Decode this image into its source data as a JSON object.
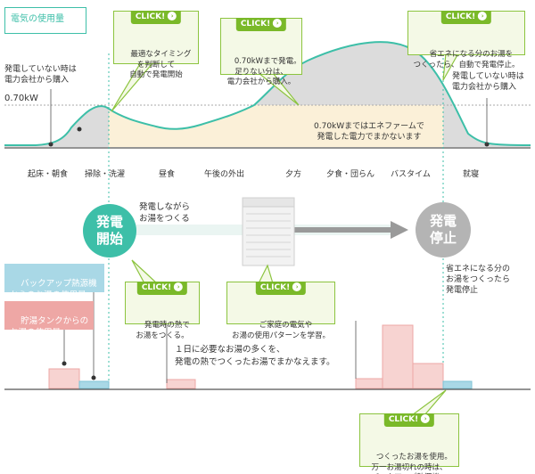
{
  "title_tag": "電気の使用量",
  "axis_label": "0.70kW",
  "left_note": "発電していない時は\n電力会社から購入",
  "right_note": "発電していない時は\n電力会社から購入",
  "fill_note": "0.70kWまではエネファームで\n発電した電力でまかないます",
  "timeline": [
    "起床・朝食",
    "掃除・洗濯",
    "昼食",
    "午後の外出",
    "夕方",
    "夕食・団らん",
    "バスタイム",
    "就寝"
  ],
  "click_label": "CLICK!",
  "click_arrow": "›",
  "callouts": {
    "c1": "最適なタイミング\nを判断して\n自動で発電開始",
    "c2": "0.70kWまで発電。\n足りない分は、\n電力会社から購入。",
    "c3": "省エネになる分のお湯を\nつくったら、自動で発電停止。",
    "c4": "発電時の熱で\nお湯をつくる。",
    "c5": "ご家庭の電気や\nお湯の使用パターンを学習。",
    "c6": "つくったお湯を使用。\n万一お湯切れの時は、\nバックアップ熱源機。"
  },
  "start_circle": "発電\n開始",
  "stop_circle": "発電\n停止",
  "start_desc": "発電しながら\nお湯をつくる",
  "stop_desc": "省エネになる分の\nお湯をつくったら\n発電停止",
  "legend_backup": "バックアップ熱源機\nからのお湯の使用量",
  "legend_tank": "貯湯タンクからの\nお湯の使用量",
  "water_note": "１日に必要なお湯の多くを、\n発電の熱でつくったお湯でまかなえます。",
  "colors": {
    "teal": "#3dbfa8",
    "green": "#7ab929",
    "cream": "#fbf0d8",
    "gray_fill": "#dcdcdc",
    "pink": "#eea7a5",
    "pink_light": "#f7d3d1",
    "blue_light": "#a9d8e6",
    "circle_gray": "#b4b4b4"
  }
}
